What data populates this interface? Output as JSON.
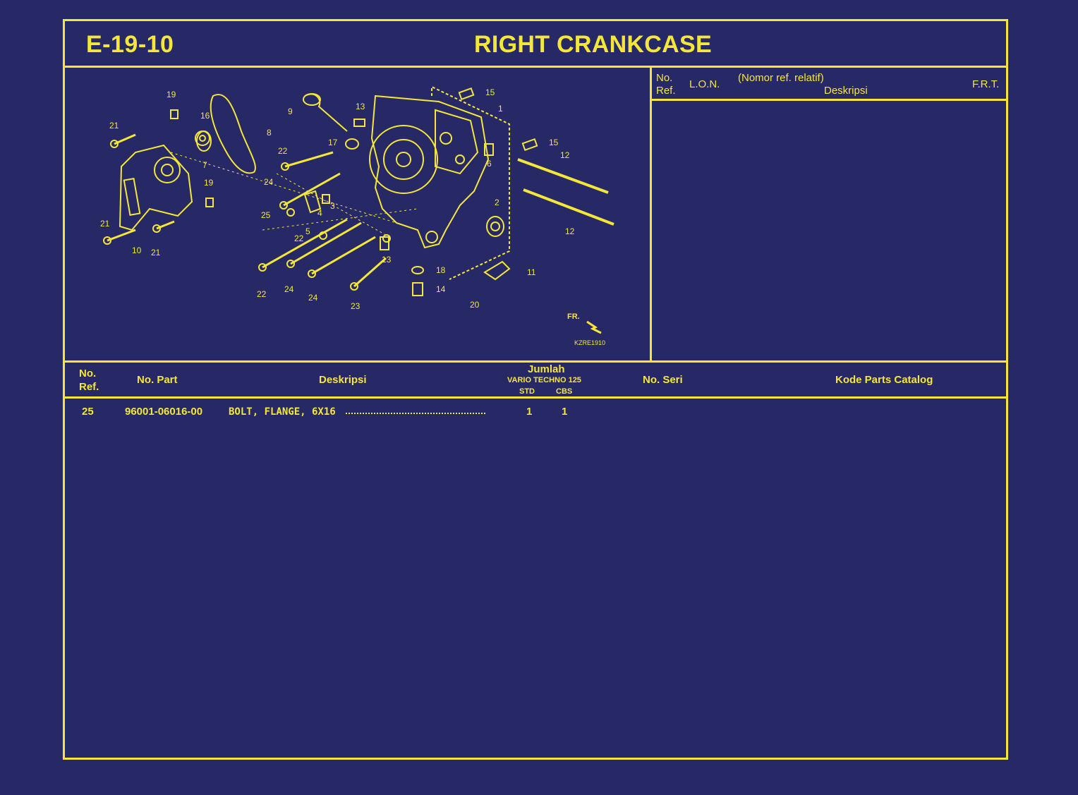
{
  "header": {
    "code": "E-19-10",
    "title": "RIGHT CRANKCASE"
  },
  "diagram": {
    "code": "KZRE1910",
    "front_label": "FR.",
    "callouts": [
      "19",
      "16",
      "8",
      "21",
      "7",
      "19",
      "21",
      "10",
      "21",
      "9",
      "13",
      "17",
      "22",
      "24",
      "25",
      "4",
      "3",
      "5",
      "22",
      "13",
      "22",
      "24",
      "24",
      "23",
      "15",
      "1",
      "6",
      "15",
      "12",
      "12",
      "2",
      "18",
      "14",
      "11",
      "20"
    ]
  },
  "lon_panel": {
    "no_ref": "No.\nRef.",
    "lon": "L.O.N.",
    "nomor_ref": "(Nomor ref. relatif)",
    "deskripsi": "Deskripsi",
    "frt": "F.R.T."
  },
  "table": {
    "headers": {
      "no_ref": "No.\nRef.",
      "no_part": "No. Part",
      "deskripsi": "Deskripsi",
      "jumlah": "Jumlah",
      "model": "VARIO TECHNO 125",
      "std": "STD",
      "cbs": "CBS",
      "no_seri": "No. Seri",
      "kode": "Kode Parts Catalog"
    },
    "rows": [
      {
        "ref": "25",
        "part": "96001-06016-00",
        "desc": "BOLT, FLANGE, 6X16",
        "std": "1",
        "cbs": "1",
        "seri": "",
        "kode": ""
      }
    ]
  },
  "colors": {
    "background": "#262966",
    "line": "#f5e63a"
  }
}
